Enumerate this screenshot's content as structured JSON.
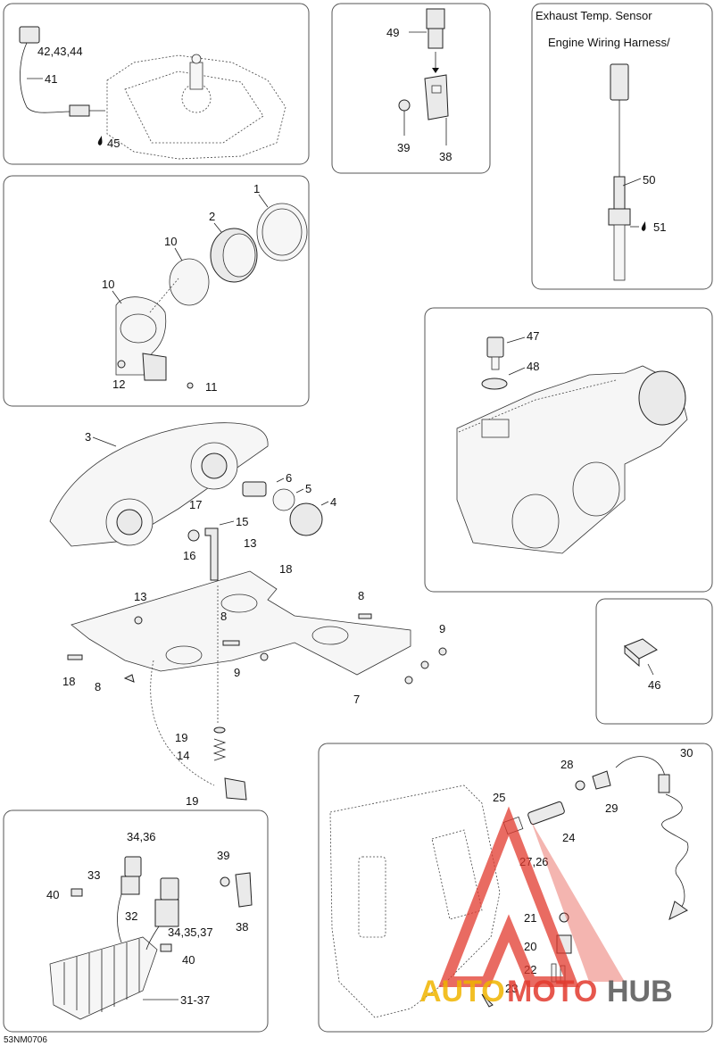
{
  "diagram_code": "53NM0706",
  "watermark": {
    "part1": "AUTO",
    "part2": "MOTO",
    "part3": "HUB",
    "color1": "#f0b400",
    "color2": "#e23a2e",
    "color3": "#555555"
  },
  "panels": {
    "sensor": {
      "title_line1": "Exhaust Temp. Sensor",
      "title_line2": "Engine Wiring Harness/"
    }
  },
  "labels": {
    "p1": "1",
    "p2": "2",
    "p3": "3",
    "p4": "4",
    "p5": "5",
    "p6": "6",
    "p7": "7",
    "p8a": "8",
    "p8b": "8",
    "p8c": "8",
    "p9a": "9",
    "p9b": "9",
    "p10a": "10",
    "p10b": "10",
    "p11": "11",
    "p12": "12",
    "p13a": "13",
    "p13b": "13",
    "p14": "14",
    "p15": "15",
    "p16": "16",
    "p17": "17",
    "p18a": "18",
    "p18b": "18",
    "p19a": "19",
    "p19b": "19",
    "p20": "20",
    "p21": "21",
    "p22": "22",
    "p23": "23",
    "p24": "24",
    "p25": "25",
    "p2726": "27,26",
    "p28": "28",
    "p29": "29",
    "p30": "30",
    "p3137": "31-37",
    "p32": "32",
    "p33": "33",
    "p3436": "34,36",
    "p343537": "34,35,37",
    "p38a": "38",
    "p38b": "38",
    "p39a": "39",
    "p39b": "39",
    "p40a": "40",
    "p40b": "40",
    "p41": "41",
    "p424344": "42,43,44",
    "p45": "45",
    "p46": "46",
    "p47": "47",
    "p48": "48",
    "p49": "49",
    "p50": "50",
    "p51": "51"
  }
}
